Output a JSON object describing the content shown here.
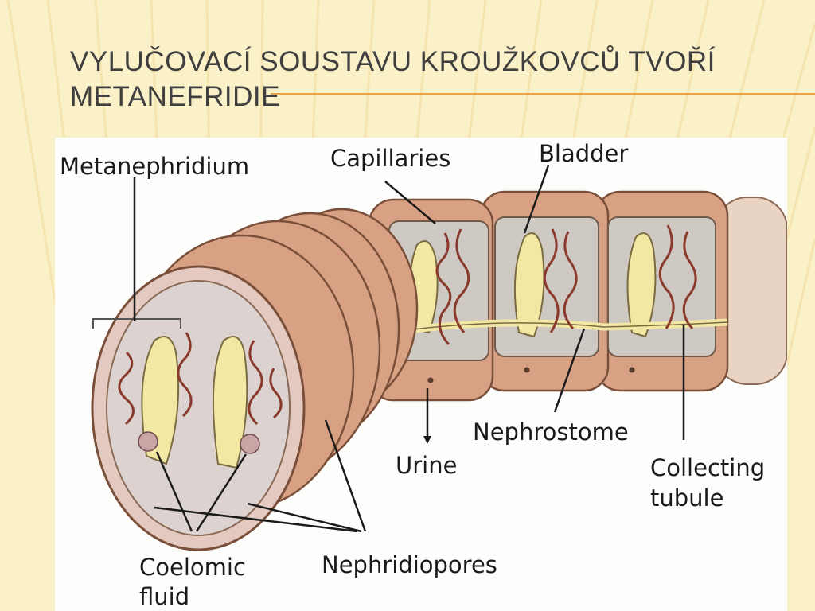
{
  "slide": {
    "title_lines": [
      "Vylučovací soustavu kroužkovců tvoří",
      "metanefridie"
    ]
  },
  "diagram": {
    "labels": {
      "metanephridium": "Metanephridium",
      "capillaries": "Capillaries",
      "bladder": "Bladder",
      "nephrostome": "Nephrostome",
      "urine": "Urine",
      "collecting_1": "Collecting",
      "collecting_2": "tubule",
      "coelomic_1": "Coelomic",
      "coelomic_2": "fluid",
      "nephridiopores": "Nephridiopores"
    }
  },
  "colors": {
    "accent": "#e8a34b",
    "worm_skin": "#d9a184",
    "organ_fill": "#f3e7a4",
    "capillary": "#8a3a2c"
  }
}
